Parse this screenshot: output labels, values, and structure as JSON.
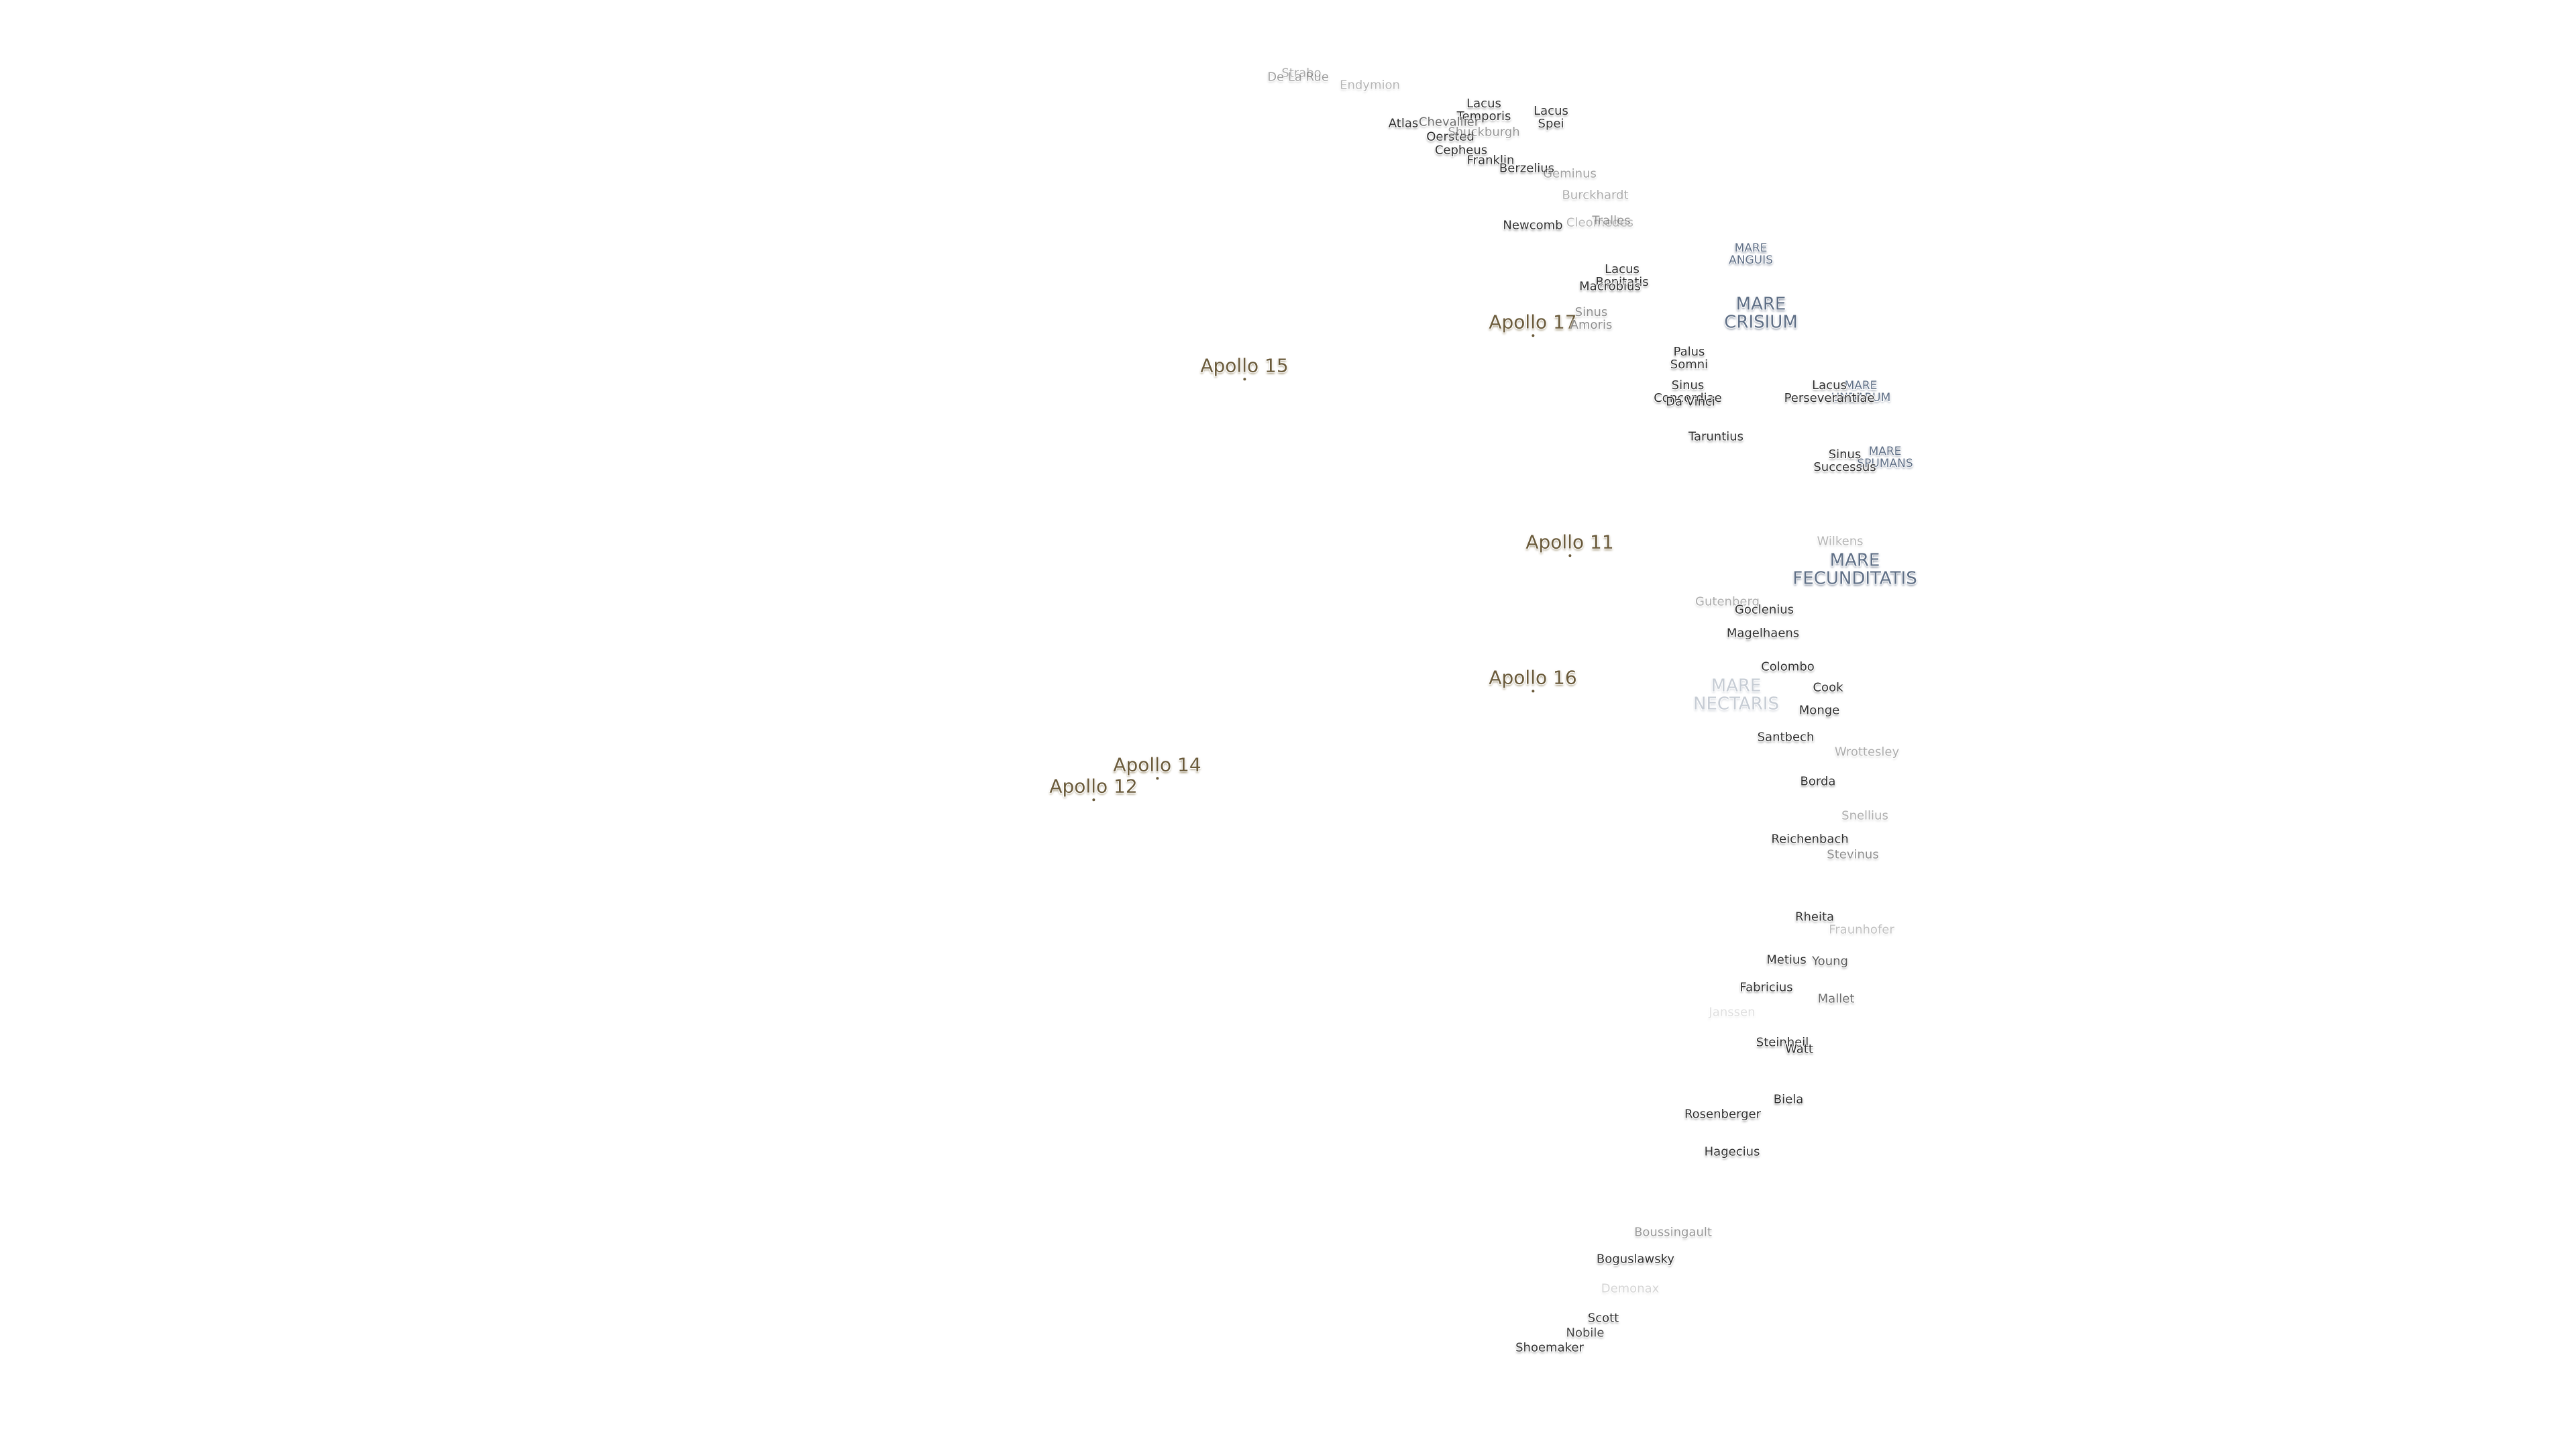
{
  "map": {
    "colors": {
      "background": "#ffffff",
      "crater": "#2f2f2f",
      "mare": "#5f6f86",
      "apollo": "#6a5a3a"
    },
    "labels": [
      {
        "text": "Apollo 15",
        "kind": "apollo",
        "fade": 1
      },
      {
        "text": "Apollo 17",
        "kind": "apollo",
        "fade": 1
      },
      {
        "text": "Apollo 11",
        "kind": "apollo",
        "fade": 1
      },
      {
        "text": "Apollo 16",
        "kind": "apollo",
        "fade": 1
      },
      {
        "text": "Apollo 14",
        "kind": "apollo",
        "fade": 1
      },
      {
        "text": "Apollo 12",
        "kind": "apollo",
        "fade": 1
      },
      {
        "text": "MARE\nCRISIUM",
        "kind": "mare",
        "fade": 1
      },
      {
        "text": "MARE\nFECUNDITATIS",
        "kind": "mare",
        "fade": 1
      },
      {
        "text": "MARE\nNECTARIS",
        "kind": "mare",
        "fade": 0.35
      },
      {
        "text": "MARE\nANGUIS",
        "kind": "mare-small",
        "fade": 1
      },
      {
        "text": "MARE\nUNDARUM",
        "kind": "mare-small",
        "fade": 1
      },
      {
        "text": "MARE\nSPUMANS",
        "kind": "mare-small",
        "fade": 1
      },
      {
        "text": "Lacus\nTemporis",
        "kind": "crater",
        "fade": 1
      },
      {
        "text": "Lacus\nSpei",
        "kind": "crater",
        "fade": 1
      },
      {
        "text": "Lacus\nBonitatis",
        "kind": "crater",
        "fade": 1
      },
      {
        "text": "Lacus\nPerseverantiae",
        "kind": "crater",
        "fade": 1
      },
      {
        "text": "Palus\nSomni",
        "kind": "crater",
        "fade": 1
      },
      {
        "text": "Sinus\nConcordiae",
        "kind": "crater",
        "fade": 1
      },
      {
        "text": "Sinus\nAmoris",
        "kind": "crater",
        "fade": 0.55
      },
      {
        "text": "Sinus\nSuccessus",
        "kind": "crater",
        "fade": 1
      },
      {
        "text": "Strabo",
        "kind": "crater",
        "fade": 0.4
      },
      {
        "text": "De La Rue",
        "kind": "crater",
        "fade": 0.45
      },
      {
        "text": "Endymion",
        "kind": "crater",
        "fade": 0.35
      },
      {
        "text": "Atlas",
        "kind": "crater",
        "fade": 1
      },
      {
        "text": "Chevallier",
        "kind": "crater",
        "fade": 0.7
      },
      {
        "text": "Oersted",
        "kind": "crater",
        "fade": 1
      },
      {
        "text": "Shuckburgh",
        "kind": "crater",
        "fade": 0.5
      },
      {
        "text": "Cepheus",
        "kind": "crater",
        "fade": 1
      },
      {
        "text": "Franklin",
        "kind": "crater",
        "fade": 1
      },
      {
        "text": "Berzelius",
        "kind": "crater",
        "fade": 1
      },
      {
        "text": "Geminus",
        "kind": "crater",
        "fade": 0.45
      },
      {
        "text": "Burckhardt",
        "kind": "crater",
        "fade": 0.4
      },
      {
        "text": "Newcomb",
        "kind": "crater",
        "fade": 1
      },
      {
        "text": "Cleomedes",
        "kind": "crater",
        "fade": 0.35
      },
      {
        "text": "Tralles",
        "kind": "crater",
        "fade": 0.5
      },
      {
        "text": "Macrobius",
        "kind": "crater",
        "fade": 1
      },
      {
        "text": "Da Vinci",
        "kind": "crater",
        "fade": 1
      },
      {
        "text": "Taruntius",
        "kind": "crater",
        "fade": 1
      },
      {
        "text": "Wilkens",
        "kind": "crater",
        "fade": 0.35
      },
      {
        "text": "Gutenberg",
        "kind": "crater",
        "fade": 0.4
      },
      {
        "text": "Goclenius",
        "kind": "crater",
        "fade": 1
      },
      {
        "text": "Magelhaens",
        "kind": "crater",
        "fade": 1
      },
      {
        "text": "Colombo",
        "kind": "crater",
        "fade": 1
      },
      {
        "text": "Cook",
        "kind": "crater",
        "fade": 1
      },
      {
        "text": "Monge",
        "kind": "crater",
        "fade": 1
      },
      {
        "text": "Santbech",
        "kind": "crater",
        "fade": 1
      },
      {
        "text": "Wrottesley",
        "kind": "crater",
        "fade": 0.4
      },
      {
        "text": "Borda",
        "kind": "crater",
        "fade": 1
      },
      {
        "text": "Snellius",
        "kind": "crater",
        "fade": 0.4
      },
      {
        "text": "Reichenbach",
        "kind": "crater",
        "fade": 1
      },
      {
        "text": "Stevinus",
        "kind": "crater",
        "fade": 0.55
      },
      {
        "text": "Rheita",
        "kind": "crater",
        "fade": 1
      },
      {
        "text": "Fraunhofer",
        "kind": "crater",
        "fade": 0.3
      },
      {
        "text": "Metius",
        "kind": "crater",
        "fade": 1
      },
      {
        "text": "Young",
        "kind": "crater",
        "fade": 0.8
      },
      {
        "text": "Fabricius",
        "kind": "crater",
        "fade": 1
      },
      {
        "text": "Mallet",
        "kind": "crater",
        "fade": 0.7
      },
      {
        "text": "Janssen",
        "kind": "crater",
        "fade": 0.15
      },
      {
        "text": "Steinheil",
        "kind": "crater",
        "fade": 1
      },
      {
        "text": "Watt",
        "kind": "crater",
        "fade": 1
      },
      {
        "text": "Biela",
        "kind": "crater",
        "fade": 1
      },
      {
        "text": "Rosenberger",
        "kind": "crater",
        "fade": 1
      },
      {
        "text": "Hagecius",
        "kind": "crater",
        "fade": 1
      },
      {
        "text": "Boussingault",
        "kind": "crater",
        "fade": 0.5
      },
      {
        "text": "Boguslawsky",
        "kind": "crater",
        "fade": 1
      },
      {
        "text": "Demonax",
        "kind": "crater",
        "fade": 0.2
      },
      {
        "text": "Scott",
        "kind": "crater",
        "fade": 1
      },
      {
        "text": "Nobile",
        "kind": "crater",
        "fade": 0.9
      },
      {
        "text": "Shoemaker",
        "kind": "crater",
        "fade": 1
      }
    ]
  }
}
